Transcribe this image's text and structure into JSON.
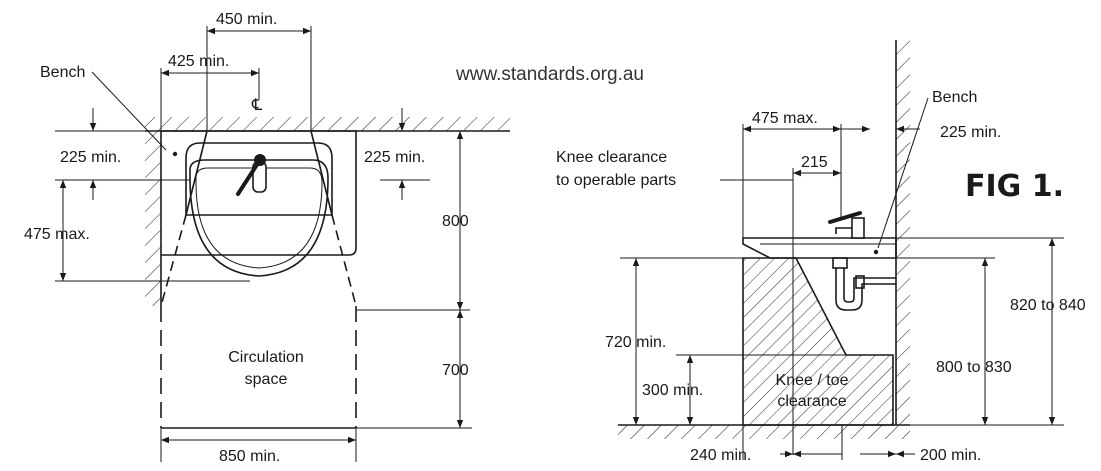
{
  "figure": {
    "title": "FIG 1.",
    "url": "www.standards.org.au"
  },
  "plan_view": {
    "labels": {
      "bench": "Bench",
      "centreline": "℄",
      "circulation_line1": "Circulation",
      "circulation_line2": "space"
    },
    "dimensions": {
      "top_450": "450 min.",
      "top_425": "425 min.",
      "left_225": "225 min.",
      "left_475": "475 max.",
      "right_225": "225 min.",
      "right_800": "800",
      "right_700": "700",
      "bottom_850": "850 min."
    }
  },
  "side_view": {
    "labels": {
      "bench": "Bench",
      "knee_clearance_line1": "Knee clearance",
      "knee_clearance_line2": "to operable parts",
      "knee_toe_line1": "Knee / toe",
      "knee_toe_line2": "clearance"
    },
    "dimensions": {
      "top_475": "475 max.",
      "top_225": "225 min.",
      "top_215": "215",
      "left_720": "720 min.",
      "left_300": "300 min.",
      "right_800_830": "800 to 830",
      "right_820_840": "820 to 840",
      "bottom_240": "240 min.",
      "bottom_200": "200 min."
    }
  }
}
